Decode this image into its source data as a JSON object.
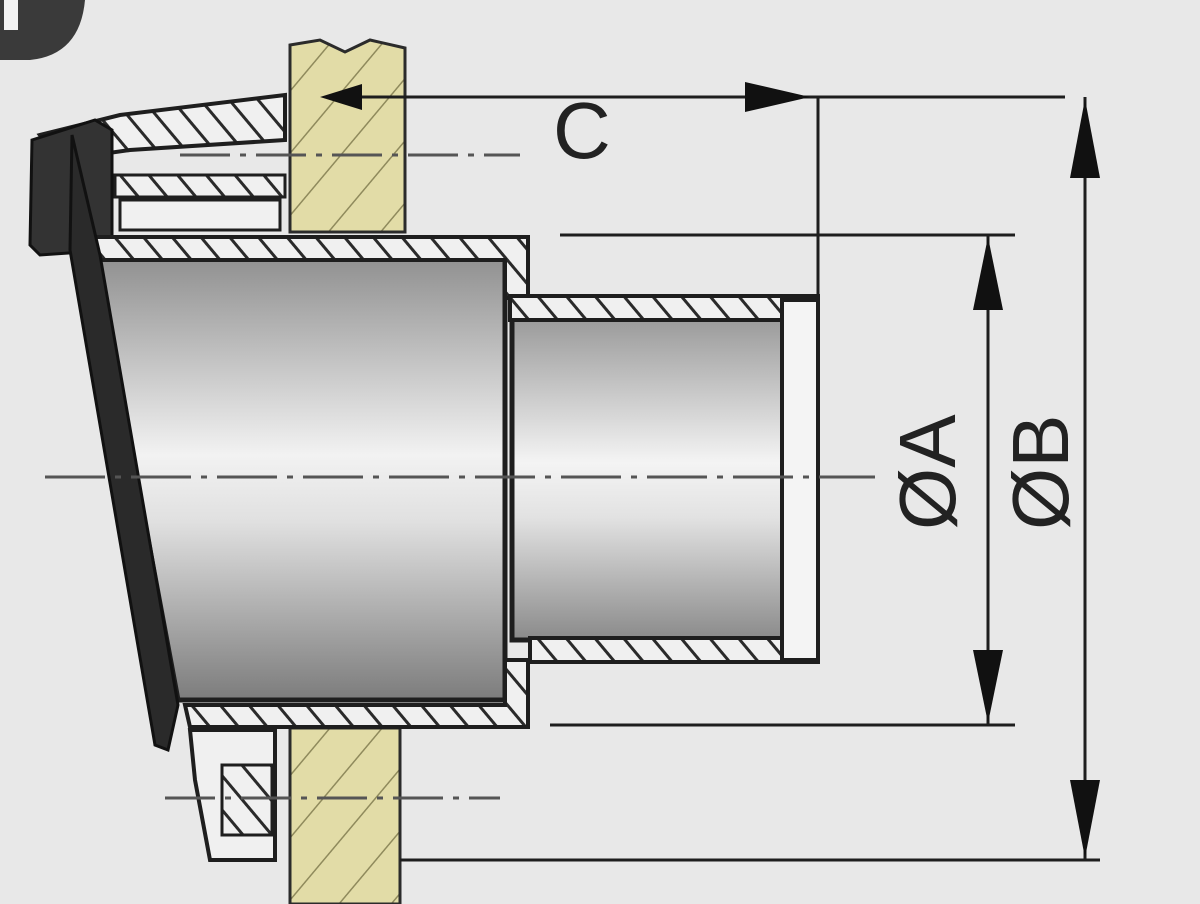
{
  "labels": {
    "dim_c": "C",
    "dim_a": "ØA",
    "dim_b": "ØB"
  },
  "colors": {
    "background": "#e8e8e8",
    "hull": "#e2dca7",
    "outline": "#1e1e1e",
    "badge": "#3a3a3a"
  }
}
